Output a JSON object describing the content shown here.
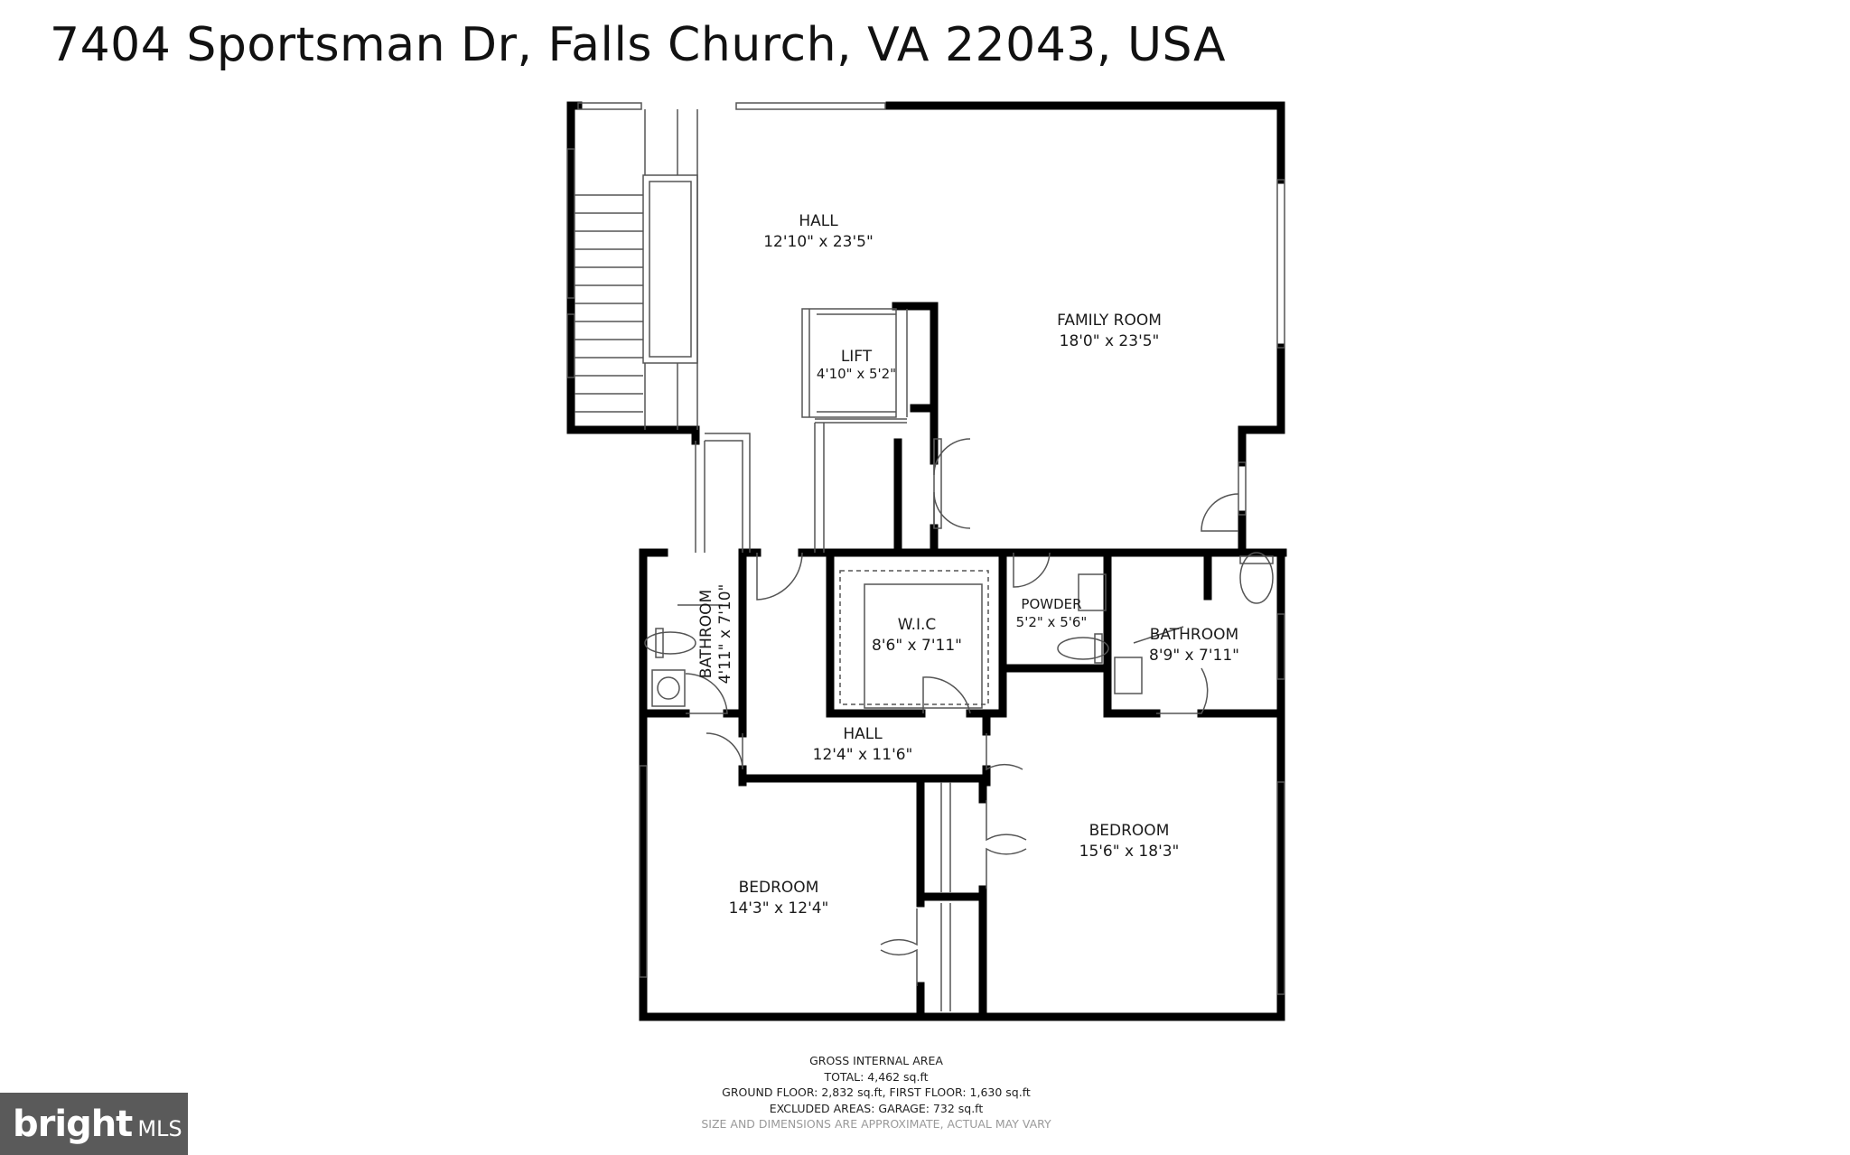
{
  "address": "7404 Sportsman Dr, Falls Church, VA 22043, USA",
  "rooms": [
    {
      "id": "hall-upper",
      "label": "HALL",
      "dims": "12'10\" x 23'5\""
    },
    {
      "id": "family-room",
      "label": "FAMILY ROOM",
      "dims": "18'0\" x 23'5\""
    },
    {
      "id": "lift",
      "label": "LIFT",
      "dims": "4'10\" x 5'2\""
    },
    {
      "id": "bathroom-left",
      "label": "BATHROOM",
      "dims": "4'11\" x 7'10\""
    },
    {
      "id": "wic",
      "label": "W.I.C",
      "dims": "8'6\" x 7'11\""
    },
    {
      "id": "powder",
      "label": "POWDER",
      "dims": "5'2\" x 5'6\""
    },
    {
      "id": "bathroom-right",
      "label": "BATHROOM",
      "dims": "8'9\" x 7'11\""
    },
    {
      "id": "hall-lower",
      "label": "HALL",
      "dims": "12'4\" x 11'6\""
    },
    {
      "id": "bedroom-left",
      "label": "BEDROOM",
      "dims": "14'3\" x 12'4\""
    },
    {
      "id": "bedroom-right",
      "label": "BEDROOM",
      "dims": "15'6\" x 18'3\""
    }
  ],
  "area": {
    "heading": "GROSS INTERNAL AREA",
    "total": "TOTAL: 4,462 sq.ft",
    "floors": "GROUND FLOOR: 2,832 sq.ft, FIRST FLOOR: 1,630 sq.ft",
    "excluded": "EXCLUDED AREAS: GARAGE: 732 sq.ft",
    "disclaimer": "SIZE AND DIMENSIONS ARE APPROXIMATE, ACTUAL MAY VARY"
  },
  "logo": {
    "brand": "bright",
    "suffix": "MLS"
  },
  "colors": {
    "wall": "#000000",
    "thin_line": "#555555",
    "logo_bg": "#5a5a5a"
  }
}
